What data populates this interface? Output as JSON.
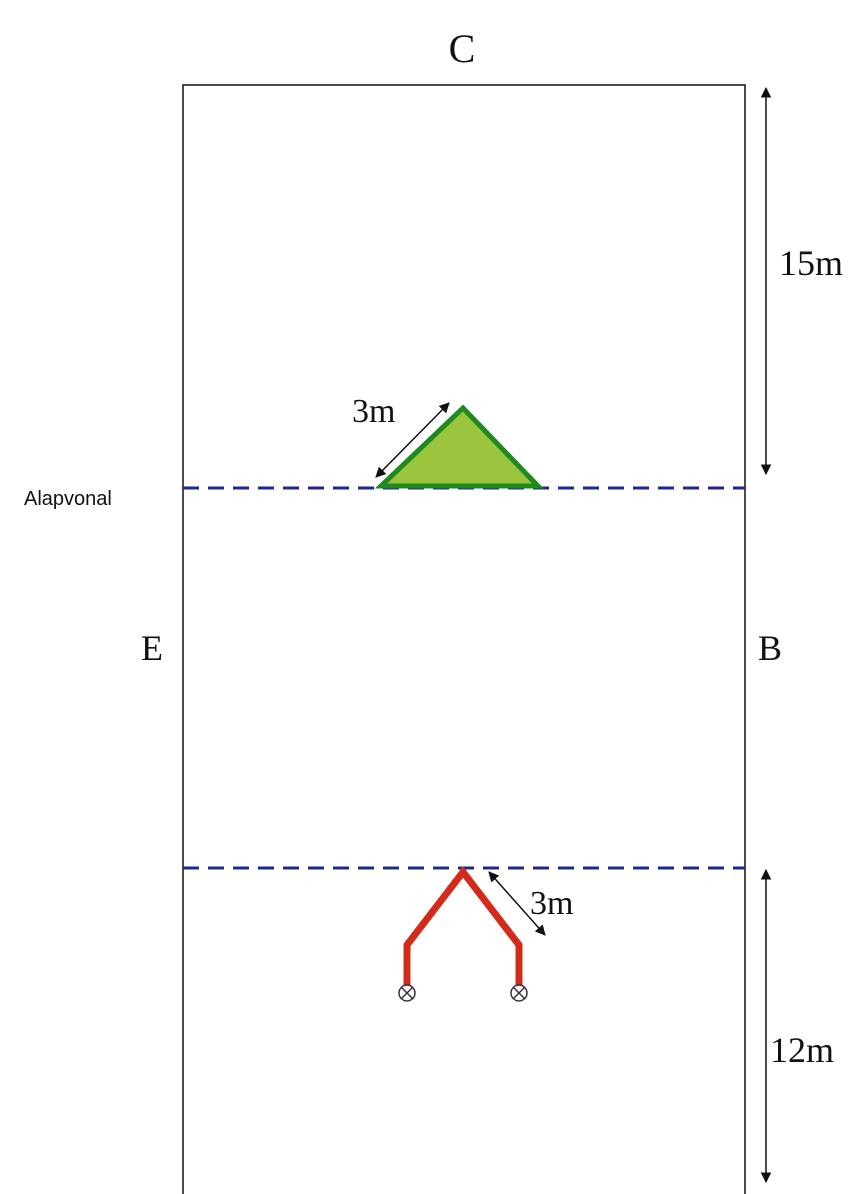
{
  "labels": {
    "top": "C",
    "left": "E",
    "right": "B",
    "baseline": "Alapvonal",
    "triangle_side": "3m",
    "path_side": "3m",
    "upper_distance": "15m",
    "lower_distance": "12m"
  },
  "colors": {
    "outline": "#111111",
    "dashed_line": "#1e2a8a",
    "triangle_fill": "#9bc53d",
    "triangle_stroke": "#1f8a1f",
    "path": "#d42a1a",
    "arrow": "#111111"
  },
  "icons": {
    "marker": "circle-cross-icon"
  }
}
